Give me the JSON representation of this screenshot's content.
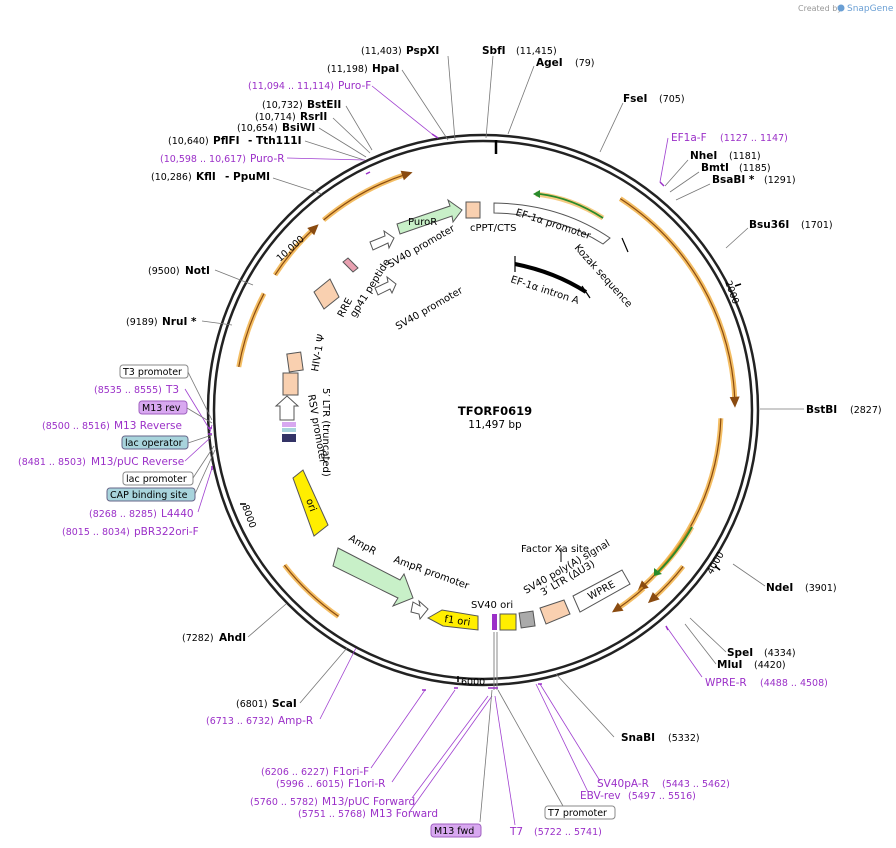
{
  "brand": {
    "prefix": "Created by",
    "name": "SnapGene"
  },
  "plasmid": {
    "name": "TFORF0619",
    "size": "11,497 bp"
  },
  "ticks": [
    "2000",
    "4000",
    "6000",
    "8000",
    "10,000"
  ],
  "sites_right": [
    {
      "name": "SbfI",
      "pos": "(11,415)"
    },
    {
      "name": "AgeI",
      "pos": "(79)"
    },
    {
      "name": "FseI",
      "pos": "(705)"
    },
    {
      "name": "NheI",
      "pos": "(1181)"
    },
    {
      "name": "BmtI",
      "pos": "(1185)"
    },
    {
      "name": "BsaBI *",
      "pos": "(1291)"
    },
    {
      "name": "Bsu36I",
      "pos": "(1701)"
    },
    {
      "name": "BstBI",
      "pos": "(2827)"
    },
    {
      "name": "NdeI",
      "pos": "(3901)"
    },
    {
      "name": "SpeI",
      "pos": "(4334)"
    },
    {
      "name": "MluI",
      "pos": "(4420)"
    },
    {
      "name": "SnaBI",
      "pos": "(5332)"
    }
  ],
  "sites_left": [
    {
      "name": "PspXI",
      "pos": "(11,403)"
    },
    {
      "name": "HpaI",
      "pos": "(11,198)"
    },
    {
      "name": "BstEII",
      "pos": "(10,732)"
    },
    {
      "name": "RsrII",
      "pos": "(10,714)"
    },
    {
      "name": "BsiWI",
      "pos": "(10,654)"
    },
    {
      "name": "PflFI",
      "pos": "(10,640)",
      "extra": "- Tth111I"
    },
    {
      "name": "KflI",
      "pos": "(10,286)",
      "extra": "- PpuMI"
    },
    {
      "name": "NotI",
      "pos": "(9500)"
    },
    {
      "name": "NruI *",
      "pos": "(9189)"
    },
    {
      "name": "AhdI",
      "pos": "(7282)"
    },
    {
      "name": "ScaI",
      "pos": "(6801)"
    }
  ],
  "primers": [
    {
      "name": "Puro-F",
      "range": "(11,094 .. 11,114)"
    },
    {
      "name": "Puro-R",
      "range": "(10,598 .. 10,617)"
    },
    {
      "name": "EF1a-F",
      "range": "(1127 .. 1147)"
    },
    {
      "name": "T3",
      "range": "(8535 .. 8555)"
    },
    {
      "name": "M13 Reverse",
      "range": "(8500 .. 8516)"
    },
    {
      "name": "M13/pUC Reverse",
      "range": "(8481 .. 8503)"
    },
    {
      "name": "L4440",
      "range": "(8268 .. 8285)"
    },
    {
      "name": "pBR322ori-F",
      "range": "(8015 .. 8034)"
    },
    {
      "name": "WPRE-R",
      "range": "(4488 .. 4508)"
    },
    {
      "name": "Amp-R",
      "range": "(6713 .. 6732)"
    },
    {
      "name": "F1ori-F",
      "range": "(6206 .. 6227)"
    },
    {
      "name": "F1ori-R",
      "range": "(5996 .. 6015)"
    },
    {
      "name": "M13/pUC Forward",
      "range": "(5760 .. 5782)"
    },
    {
      "name": "M13 Forward",
      "range": "(5751 .. 5768)"
    },
    {
      "name": "T7",
      "range": "(5722 .. 5741)"
    },
    {
      "name": "SV40pA-R",
      "range": "(5443 .. 5462)"
    },
    {
      "name": "EBV-rev",
      "range": "(5497 .. 5516)"
    }
  ],
  "boxed": {
    "t3_promoter": "T3 promoter",
    "m13_rev": "M13 rev",
    "lac_operator": "lac operator",
    "lac_promoter": "lac promoter",
    "cap_site": "CAP binding site",
    "t7_promoter": "T7 promoter",
    "m13_fwd": "M13 fwd"
  },
  "features": {
    "puror": "PuroR",
    "cppt": "cPPT/CTS",
    "ef1a_promoter": "EF-1α promoter",
    "kozak": "Kozak sequence",
    "ef1a_intron": "EF-1α intron A",
    "sv40_promoter_top": "SV40 promoter",
    "sv40_promoter_mid": "SV40 promoter",
    "rre": "RRE",
    "gp41": "gp41 peptide",
    "hiv_psi": "HIV-1 Ψ",
    "ltr_trunc": "5′ LTR (truncated)",
    "rsv": "RSV promoter",
    "ori": "ori",
    "ampr": "AmpR",
    "ampr_promoter": "AmpR promoter",
    "f1_ori": "f1 ori",
    "sv40_ori": "SV40 ori",
    "sv40_polya": "SV40 poly(A) signal",
    "ltr3": "3′ LTR (ΔU3)",
    "wpre": "WPRE",
    "factor_xa": "Factor Xa site"
  },
  "colors": {
    "orf": "#f0a830",
    "orf_inner": "#8a4b10",
    "green_arrow": "#2a8a2a",
    "puror_fill": "#c8f0c8",
    "yellow": "#ffee00",
    "peach": "#f9d0b0",
    "primer": "#9b30c8",
    "box_blue": "#a8d4dc",
    "box_purple": "#d8a8f0"
  }
}
